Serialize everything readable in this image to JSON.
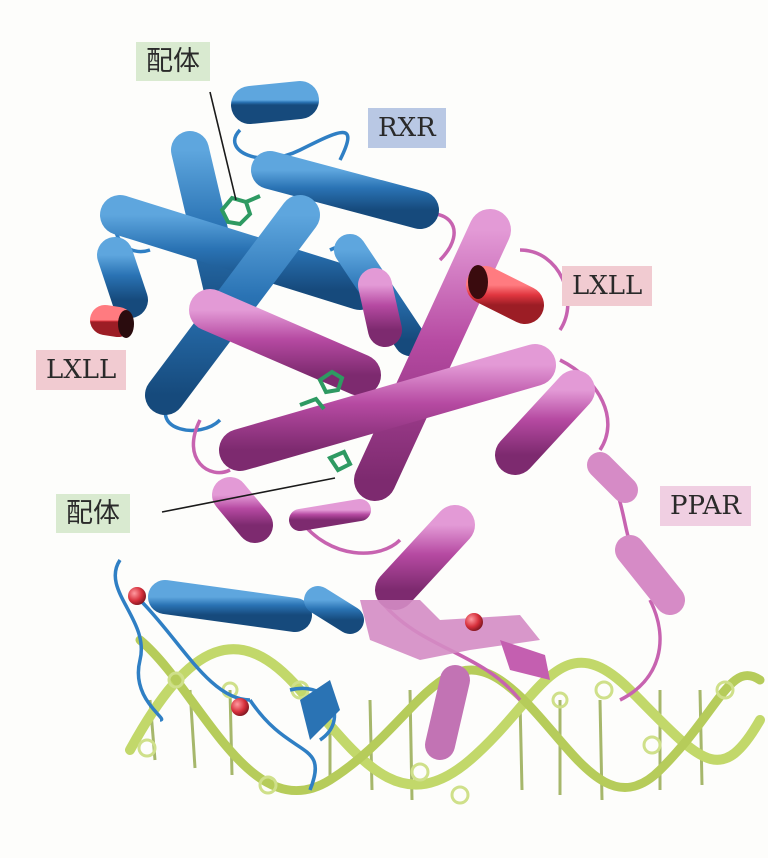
{
  "labels": {
    "ligand_top": "配体",
    "rxr": "RXR",
    "lxll_right": "LXLL",
    "lxll_left": "LXLL",
    "ligand_bottom": "配体",
    "ppar": "PPAR"
  },
  "colors": {
    "rxr": "#2a73b4",
    "ppar": "#b64aa2",
    "ppar_light": "#d68bc6",
    "coactivator": "#e0353f",
    "ligand": "#2e9a62",
    "dna": "#c2d86a",
    "ligand_label_bg": "#d9ead0",
    "rxr_label_bg": "#b9c8e4",
    "lxll_label_bg": "#f1cbd1",
    "ppar_label_bg": "#f0cfe2"
  }
}
